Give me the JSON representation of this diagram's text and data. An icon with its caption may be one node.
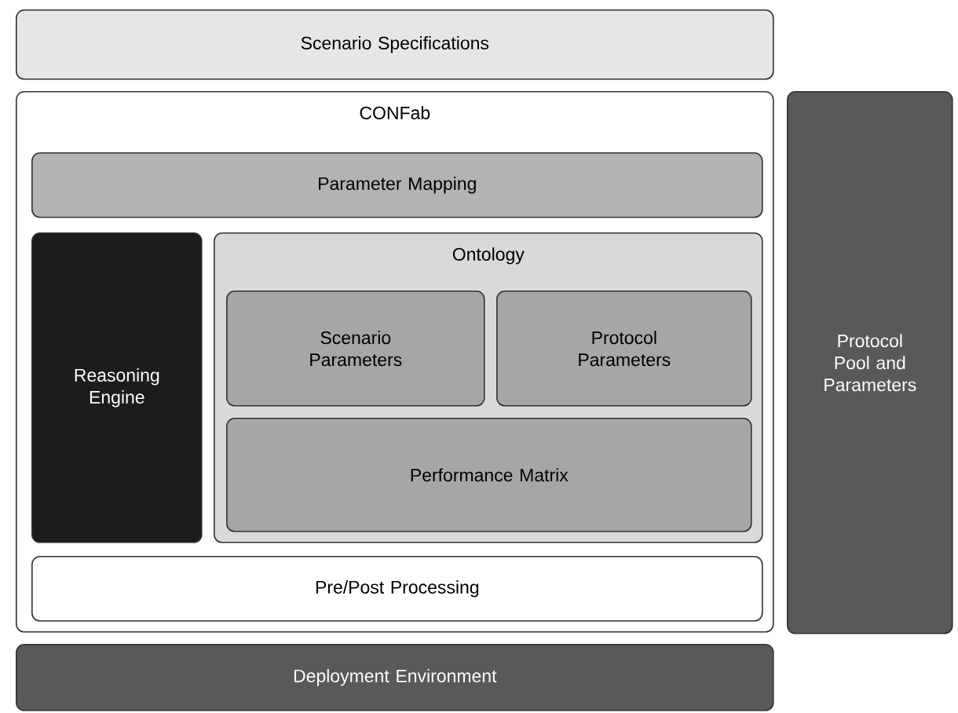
{
  "diagram": {
    "nodes": [
      {
        "text": [
          "Scenario Specifications"
        ]
      },
      {
        "text": [
          "CONFab"
        ]
      },
      {
        "text": [
          "Parameter Mapping"
        ],
        "in": 1
      },
      {
        "text": [
          "Reasoning Engine"
        ],
        "in": 1
      },
      {
        "text": [
          "Ontology"
        ],
        "in": 1
      },
      {
        "text": [
          "Scenario Parameters"
        ],
        "in": 4
      },
      {
        "text": [
          "Protocol Parameters"
        ],
        "in": 4
      },
      {
        "text": [
          "Performance Matrix"
        ],
        "in": 4
      },
      {
        "text": [
          "Pre/Post Processing"
        ],
        "in": 1
      },
      {
        "text": [
          "Protocol Pool and Parameters"
        ]
      },
      {
        "text": [
          "Deployment Environment"
        ]
      }
    ]
  }
}
